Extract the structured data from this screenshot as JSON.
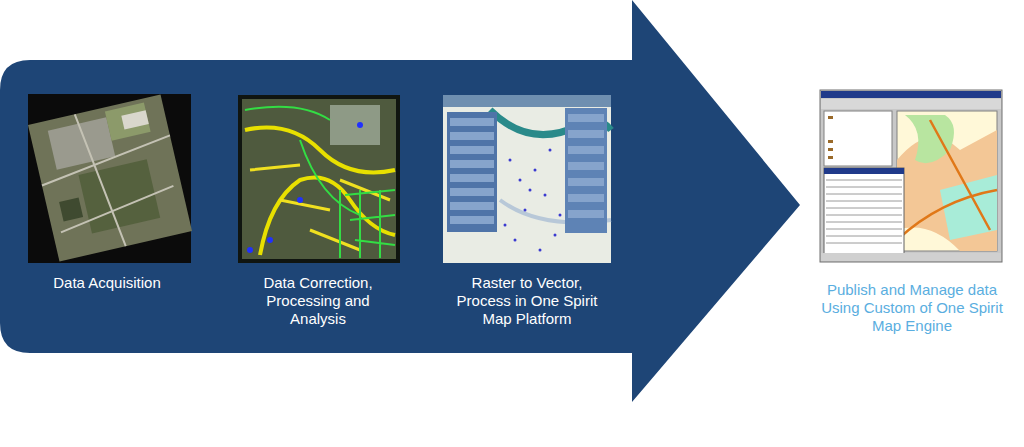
{
  "diagram": {
    "nodes": [
      {
        "text": [
          "Data Acquisition"
        ]
      },
      {
        "text": [
          "Data Correction, Processing and Analysis"
        ]
      },
      {
        "text": [
          "Raster to Vector, Process in One Spirit Map Platform"
        ]
      },
      {
        "text": [
          "Publish and Manage data Using Custom of One Spirit Map Engine"
        ]
      }
    ]
  }
}
